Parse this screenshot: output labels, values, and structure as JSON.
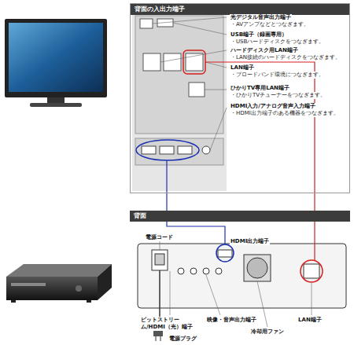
{
  "diagram": {
    "nodes": [
      {
        "text": [
          "背面の入出力端子"
        ]
      },
      {
        "text": [
          "背面"
        ]
      }
    ],
    "edges": [
      {
        "from": 0,
        "to": 1,
        "arrow": "none"
      },
      {
        "from": 0,
        "to": 1,
        "arrow": "none"
      }
    ],
    "labels": [
      "光デジタル音声出力端子",
      "・AVアンプなどとつなぎます。",
      "USB端子（録画専用）",
      "・USBハードディスクをつなぎます。",
      "ハードディスク用LAN端子",
      "・LAN接続のハードディスクをつなぎます。",
      "LAN端子",
      "・ブロードバンド環境につなぎます。",
      "ひかりTV専用LAN端子",
      "・ひかりTVチューナーをつなぎます。",
      "HDMI入力/アナログ音声入力端子",
      "・HDMI出力端子のある機器をつなぎます。",
      "電源コード",
      "HDMI出力端子",
      "ビットストリーム/HDMI（光）端子",
      "映像・音声出力端子",
      "LAN端子",
      "冷却用ファン",
      "電源プラグ"
    ]
  }
}
